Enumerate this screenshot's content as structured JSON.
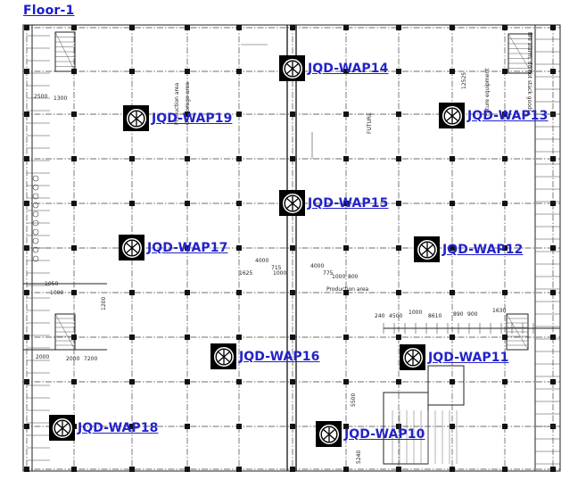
{
  "floor": {
    "title": "Floor-1"
  },
  "access_points": [
    {
      "id": "wap14",
      "label": "JQD-WAP14"
    },
    {
      "id": "wap19",
      "label": "JQD-WAP19"
    },
    {
      "id": "wap13",
      "label": "JQD-WAP13"
    },
    {
      "id": "wap15",
      "label": "JQD-WAP15"
    },
    {
      "id": "wap17",
      "label": "JQD-WAP17"
    },
    {
      "id": "wap12",
      "label": "JQD-WAP12"
    },
    {
      "id": "wap16",
      "label": "JQD-WAP16"
    },
    {
      "id": "wap11",
      "label": "JQD-WAP11"
    },
    {
      "id": "wap18",
      "label": "JQD-WAP18"
    },
    {
      "id": "wap10",
      "label": "JQD-WAP10"
    }
  ],
  "plan_text": {
    "dim_4000_a": "4000",
    "dim_4000_b": "4000",
    "dim_1625": "1625",
    "dim_715": "715",
    "dim_1000_a": "1000",
    "dim_775": "775",
    "dim_1000_b": "1000",
    "dim_800": "800",
    "dim_240": "240",
    "dim_4500": "4500",
    "dim_1000_c": "1000",
    "dim_8610": "8610",
    "dim_890": "890",
    "dim_900": "900",
    "dim_1630": "1630",
    "dim_2500": "2500",
    "dim_2000": "2000",
    "dim_1300": "1300",
    "dim_7200": "7200",
    "dim_1050": "1050",
    "dim_5240": "5240",
    "dim_5500": "5500",
    "dim_12525": "12525",
    "dim_1200": "1200",
    "dim_2000_b": "2000",
    "dim_1000_d": "1000",
    "txt_production_area": "Production area",
    "txt_future": "FUTURE",
    "txt_vertical_1": "Production area",
    "txt_vertical_2": "C4 storage area",
    "txt_top_right": "fire alarm, do not stack goods",
    "txt_corner": "Future equipment"
  }
}
